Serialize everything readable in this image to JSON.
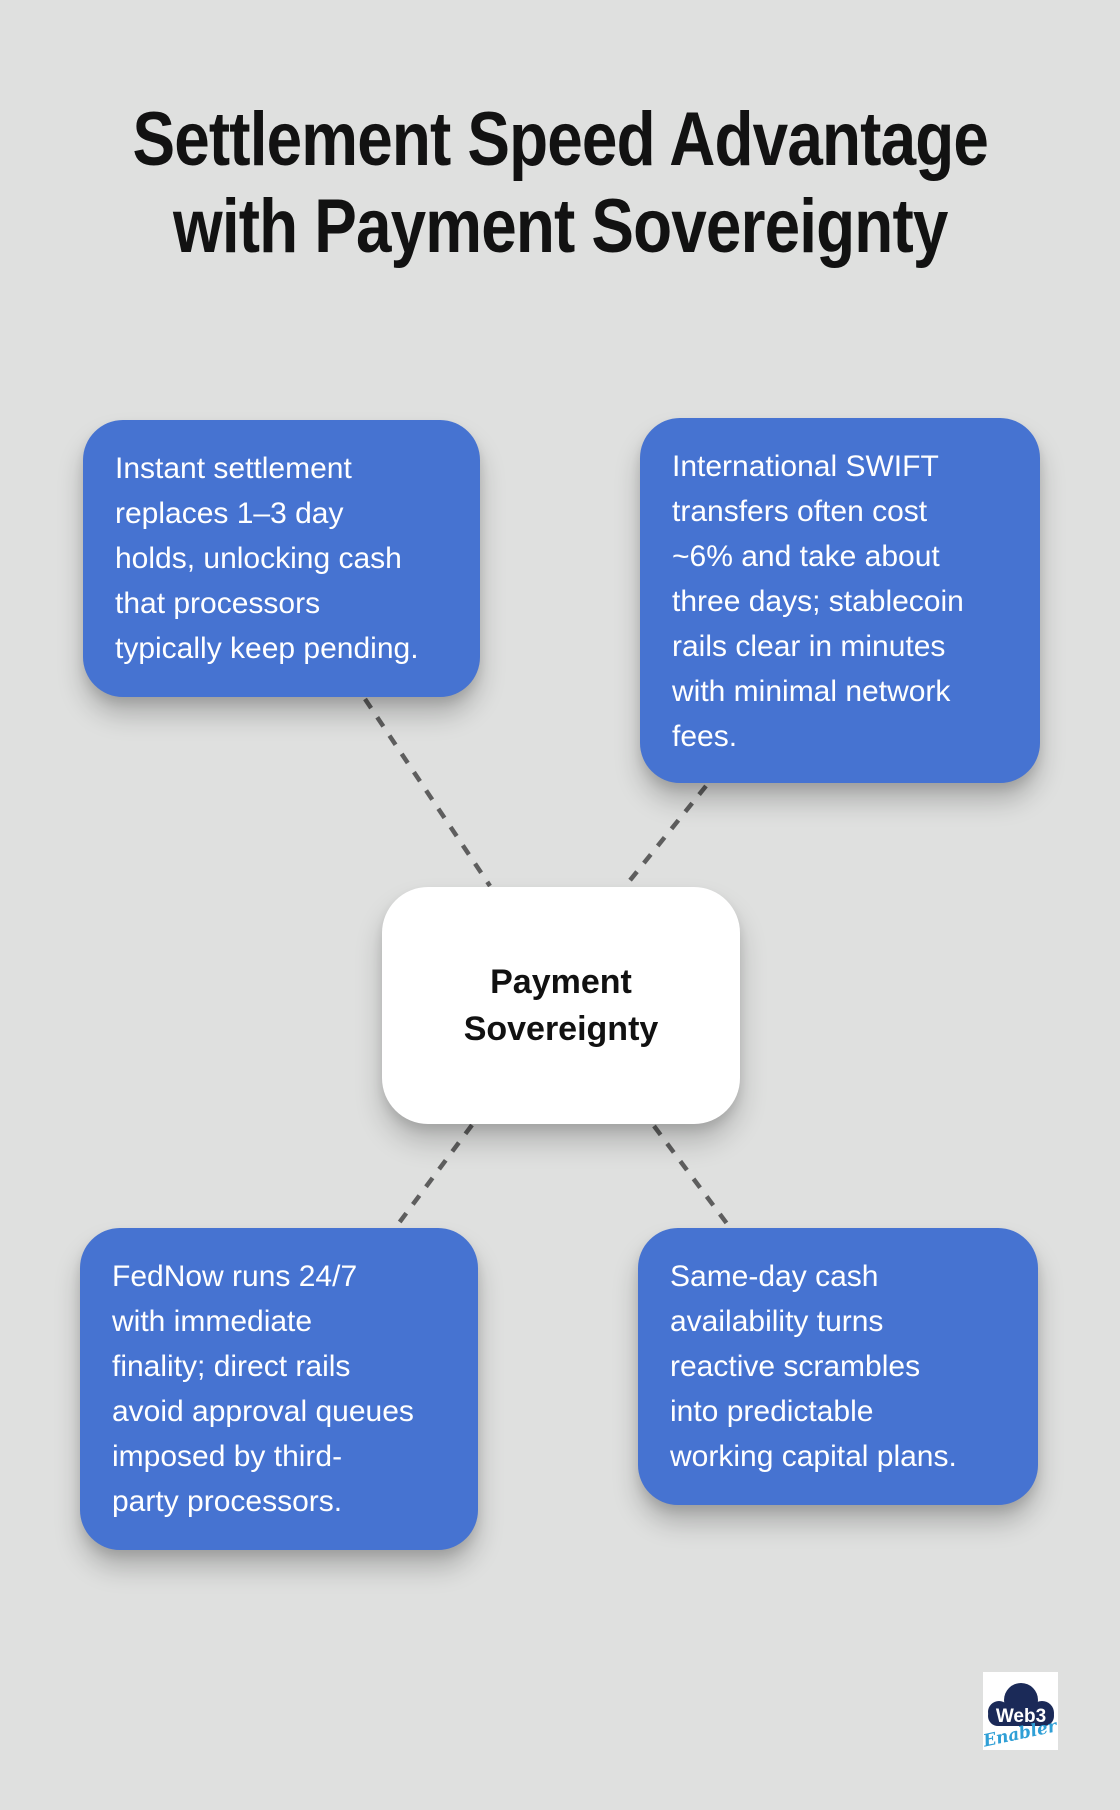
{
  "title": "Settlement Speed Advantage\nwith Payment Sovereignty",
  "center_node": {
    "label": "Payment\nSovereignty"
  },
  "nodes": [
    {
      "id": "top-left",
      "text": "Instant settlement\nreplaces 1–3 day\nholds, unlocking cash\nthat processors\ntypically keep pending."
    },
    {
      "id": "top-right",
      "text": "International SWIFT\ntransfers often cost\n~6% and take about\nthree days; stablecoin\nrails clear in minutes\nwith minimal network\nfees."
    },
    {
      "id": "bottom-left",
      "text": "FedNow runs 24/7\nwith immediate\nfinality; direct rails\navoid approval queues\nimposed by third-\nparty processors."
    },
    {
      "id": "bottom-right",
      "text": "Same-day cash\navailability turns\nreactive scrambles\ninto predictable\nworking capital plans."
    }
  ],
  "logo": {
    "brand": "Web3",
    "tagline": "Enabler"
  },
  "colors": {
    "background": "#dfe0df",
    "node_fill": "#4673d1",
    "node_text": "#ffffff",
    "center_fill": "#ffffff",
    "center_text": "#111111",
    "title_text": "#121212",
    "connector": "#5e5e5e",
    "logo_navy": "#1b2a58",
    "logo_blue": "#2f9fd6"
  }
}
